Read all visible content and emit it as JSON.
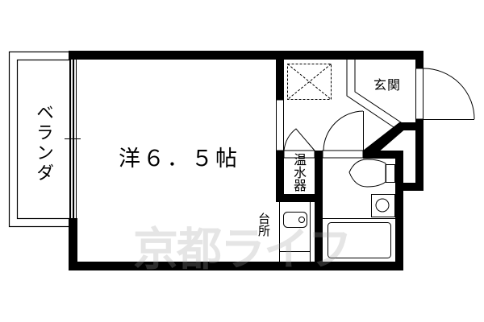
{
  "floor_plan": {
    "rooms": {
      "main_room": {
        "label": "洋６．５帖",
        "type": "Western-style room",
        "size_jo": 6.5
      },
      "balcony": {
        "label": "ベランダ"
      },
      "entrance": {
        "label": "玄関"
      },
      "water_heater": {
        "label": "温水器"
      },
      "kitchen": {
        "label": "台所"
      }
    },
    "fixtures": [
      "closet",
      "entrance-door",
      "interior-door",
      "toilet",
      "wash-basin",
      "bathtub",
      "kitchen-sink"
    ],
    "watermark": "京都ライフ",
    "colors": {
      "wall": "#000000",
      "background": "#ffffff",
      "watermark": "#a0a0a0"
    }
  }
}
